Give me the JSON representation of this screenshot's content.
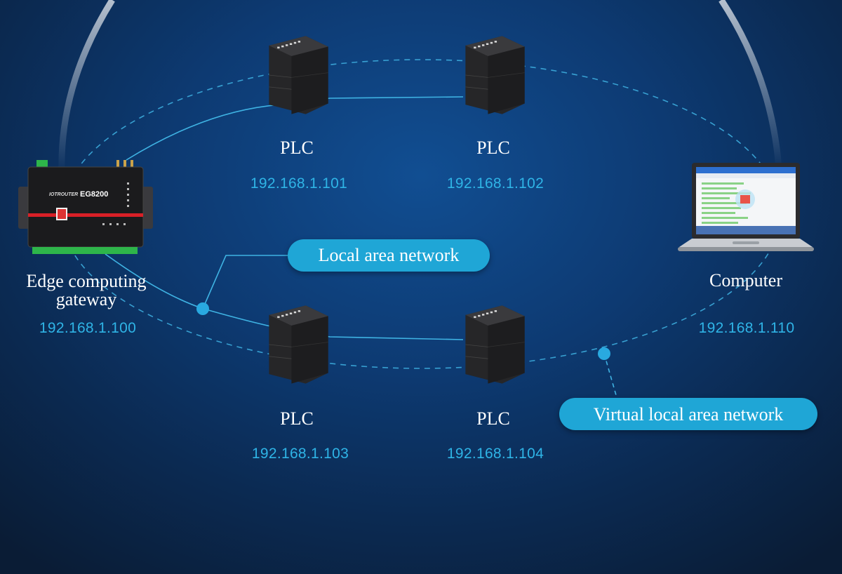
{
  "colors": {
    "accent": "#1fa6d6",
    "ip_text": "#2fb4e6",
    "line": "#3fb3e3"
  },
  "gateway": {
    "label_line1": "Edge computing",
    "label_line2": "gateway",
    "ip": "192.168.1.100",
    "brand": "IOTROUTER",
    "model": "EG8200"
  },
  "computer": {
    "label": "Computer",
    "ip": "192.168.1.110"
  },
  "plcs": [
    {
      "label": "PLC",
      "ip": "192.168.1.101"
    },
    {
      "label": "PLC",
      "ip": "192.168.1.102"
    },
    {
      "label": "PLC",
      "ip": "192.168.1.103"
    },
    {
      "label": "PLC",
      "ip": "192.168.1.104"
    }
  ],
  "networks": {
    "lan_label": "Local area network",
    "vlan_label": "Virtual local area network"
  }
}
